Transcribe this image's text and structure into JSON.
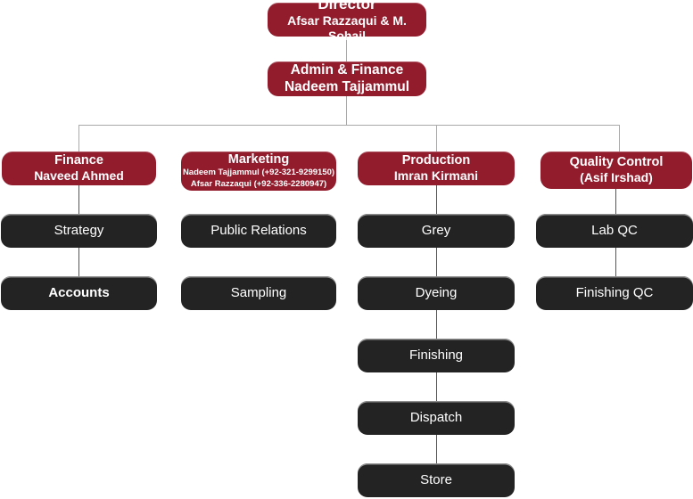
{
  "palette": {
    "maroon": "#921B2C",
    "dark_box": "#232323",
    "connector_light": "#a9a9a9",
    "connector_dark": "#555555",
    "text": "#ffffff",
    "background": "#ffffff"
  },
  "chart": {
    "director": {
      "title": "Director",
      "subtitle": "Afsar Razzaqui & M. Sohail"
    },
    "admin": {
      "title": "Admin & Finance",
      "subtitle": "Nadeem Tajjammul"
    },
    "branches": [
      {
        "title": "Finance",
        "subtitle": "Naveed Ahmed",
        "children": [
          {
            "label": "Strategy"
          },
          {
            "label": "Accounts"
          }
        ]
      },
      {
        "title": "Marketing",
        "contacts": [
          "Nadeem Tajjammul (+92-321-9299150)",
          "Afsar Razzaqui (+92-336-2280947)"
        ],
        "children": [
          {
            "label": "Public Relations"
          },
          {
            "label": "Sampling"
          }
        ]
      },
      {
        "title": "Production",
        "subtitle": "Imran Kirmani",
        "children": [
          {
            "label": "Grey"
          },
          {
            "label": "Dyeing"
          },
          {
            "label": "Finishing"
          },
          {
            "label": "Dispatch"
          },
          {
            "label": "Store"
          }
        ]
      },
      {
        "title": "Quality Control",
        "subtitle": "(Asif Irshad)",
        "children": [
          {
            "label": "Lab QC"
          },
          {
            "label": "Finishing QC"
          }
        ]
      }
    ]
  }
}
